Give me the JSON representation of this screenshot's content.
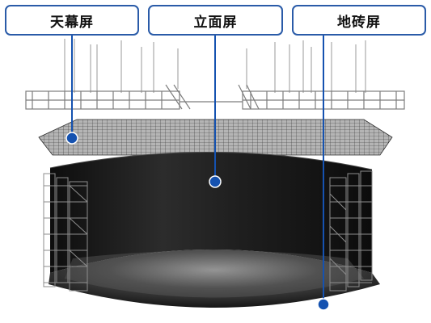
{
  "labels": [
    {
      "text": "天幕屏",
      "color": "#2a5ba8"
    },
    {
      "text": "立面屏",
      "color": "#2a5ba8"
    },
    {
      "text": "地砖屏",
      "color": "#2a5ba8"
    }
  ],
  "colors": {
    "accent": "#2a5ba8",
    "marker": "#1552b0",
    "screen": "#1a1a1a",
    "frame": "#8a8a8a"
  }
}
